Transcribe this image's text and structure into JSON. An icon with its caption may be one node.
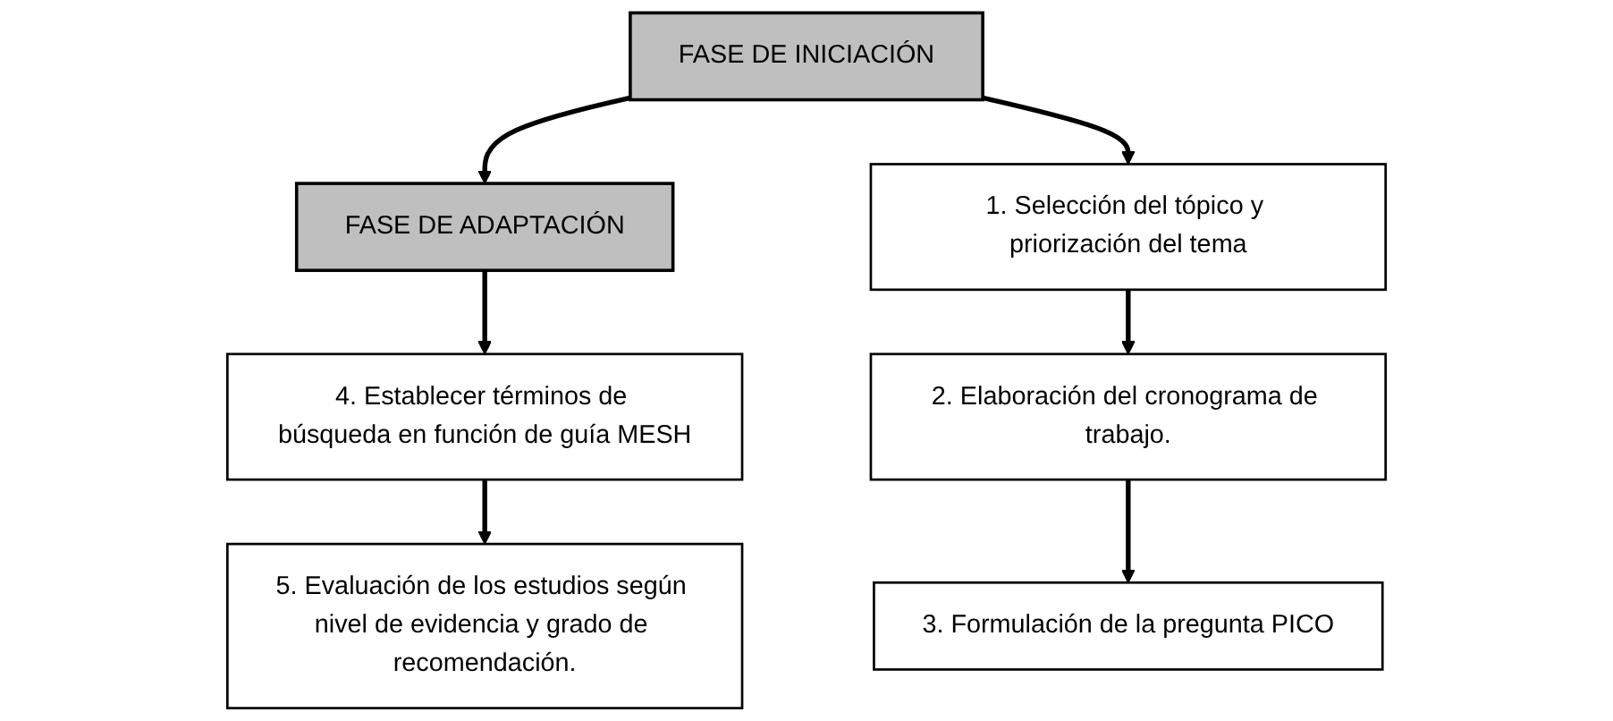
{
  "diagram": {
    "nodes": [
      {
        "text": [
          "FASE DE INICIACIÓN"
        ]
      },
      {
        "text": [
          "1. Selección del tópico y priorización del tema"
        ]
      },
      {
        "text": [
          "2. Elaboración del cronograma de trabajo."
        ]
      },
      {
        "text": [
          "3. Formulación de la pregunta PICO"
        ]
      },
      {
        "text": [
          "FASE DE ADAPTACIÓN"
        ]
      },
      {
        "text": [
          "4. Establecer términos de búsqueda en función de guía MESH"
        ]
      },
      {
        "text": [
          "5. Evaluación de los estudios según nivel de evidencia y grado de recomendación."
        ]
      }
    ],
    "edges": [
      {
        "from": 0,
        "to": 4,
        "arrow": "to"
      },
      {
        "from": 0,
        "to": 1,
        "arrow": "to"
      },
      {
        "from": 1,
        "to": 2,
        "arrow": "to"
      },
      {
        "from": 2,
        "to": 3,
        "arrow": "to"
      },
      {
        "from": 4,
        "to": 5,
        "arrow": "to"
      },
      {
        "from": 5,
        "to": 6,
        "arrow": "to"
      }
    ]
  }
}
